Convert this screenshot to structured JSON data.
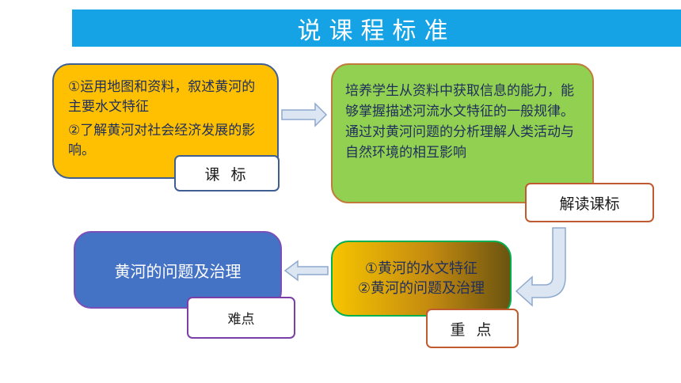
{
  "title": "说课程标准",
  "standard": {
    "line1": "①运用地图和资料，叙述黄河的主要水文特征",
    "line2": "②了解黄河对社会经济发展的影响。",
    "tag": "课 标"
  },
  "interpretation": {
    "text": "培养学生从资料中获取信息的能力，能够掌握描述河流水文特征的一般规律。通过对黄河问题的分析理解人类活动与自然环境的相互影响",
    "tag": "解读课标"
  },
  "key_points": {
    "line1": "①黄河的水文特征",
    "line2": "②黄河的问题及治理",
    "tag": "重 点"
  },
  "difficulty": {
    "text": "黄河的问题及治理",
    "tag": "难点"
  },
  "colors": {
    "banner": "#16a3e6",
    "standard_box": "#fec000",
    "interpretation_box": "#91d050",
    "difficulty_box": "#4472c4",
    "arrow_fill": "#dce6f2",
    "arrow_stroke": "#8ea9cf"
  }
}
